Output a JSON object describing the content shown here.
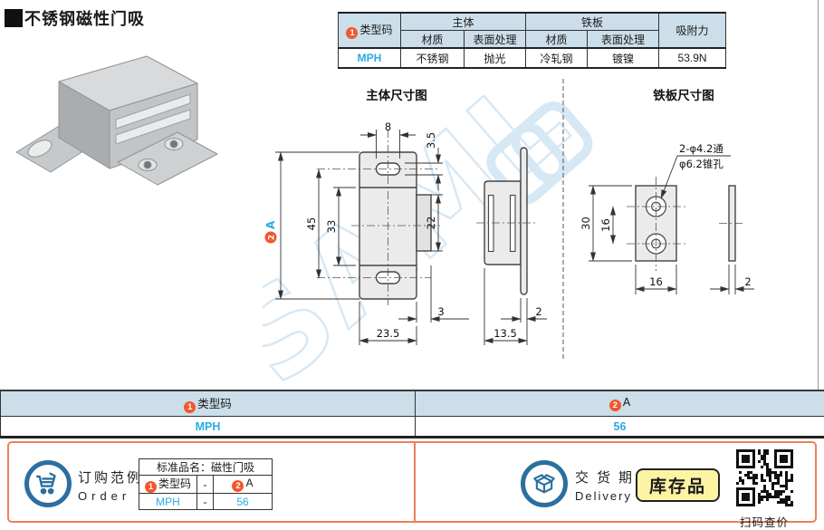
{
  "title": {
    "text": "不锈钢磁性门吸"
  },
  "badges": {
    "one": "1",
    "two": "2"
  },
  "spec_table": {
    "headers": {
      "type_code": "类型码",
      "body_group": "主体",
      "plate_group": "铁板",
      "material_body": "材质",
      "surface_body": "表面处理",
      "material_plate": "材质",
      "surface_plate": "表面处理",
      "force": "吸附力"
    },
    "row": {
      "type_code": "MPH",
      "body_material": "不锈钢",
      "body_surface": "抛光",
      "plate_material": "冷轧钢",
      "plate_surface": "镀镍",
      "force": "53.9N"
    }
  },
  "drawings": {
    "watermark_text": "SAML",
    "main_view": {
      "title": "主体尺寸图",
      "dim_slot_width": "8",
      "dim_slot_height": "3.5",
      "dim_height_letter": "A",
      "dim_45": "45",
      "dim_33": "33",
      "dim_22": "22",
      "dim_3": "3",
      "dim_23_5": "23.5",
      "dim_13_5": "13.5",
      "dim_2": "2"
    },
    "plate_view": {
      "title": "铁板尺寸图",
      "note_line1": "2-φ4.2通",
      "note_line2": "φ6.2锥孔",
      "dim_30": "30",
      "dim_16_vertical": "16",
      "dim_16_width": "16",
      "dim_2": "2"
    }
  },
  "code_table": {
    "header_code": "类型码",
    "header_a": "A",
    "value_code": "MPH",
    "value_a": "56"
  },
  "order": {
    "label_cn": "订购范例",
    "label_en": "Order",
    "table_title": "标准品名：磁性门吸",
    "header_code": "类型码",
    "header_a": "A",
    "dash": "-",
    "value_code": "MPH",
    "value_a": "56"
  },
  "delivery": {
    "label_cn": "交货期",
    "label_en": "Delivery",
    "stock_badge": "库存品",
    "qr_caption": "扫码查价"
  },
  "colors": {
    "accent_orange": "#f2572d",
    "link_blue": "#29abe2",
    "table_header_blue": "#cbdee9",
    "strip_border_orange": "#ef8057",
    "icon_blue": "#2b6f9f",
    "stock_badge_yellow": "#fcf3a3"
  }
}
